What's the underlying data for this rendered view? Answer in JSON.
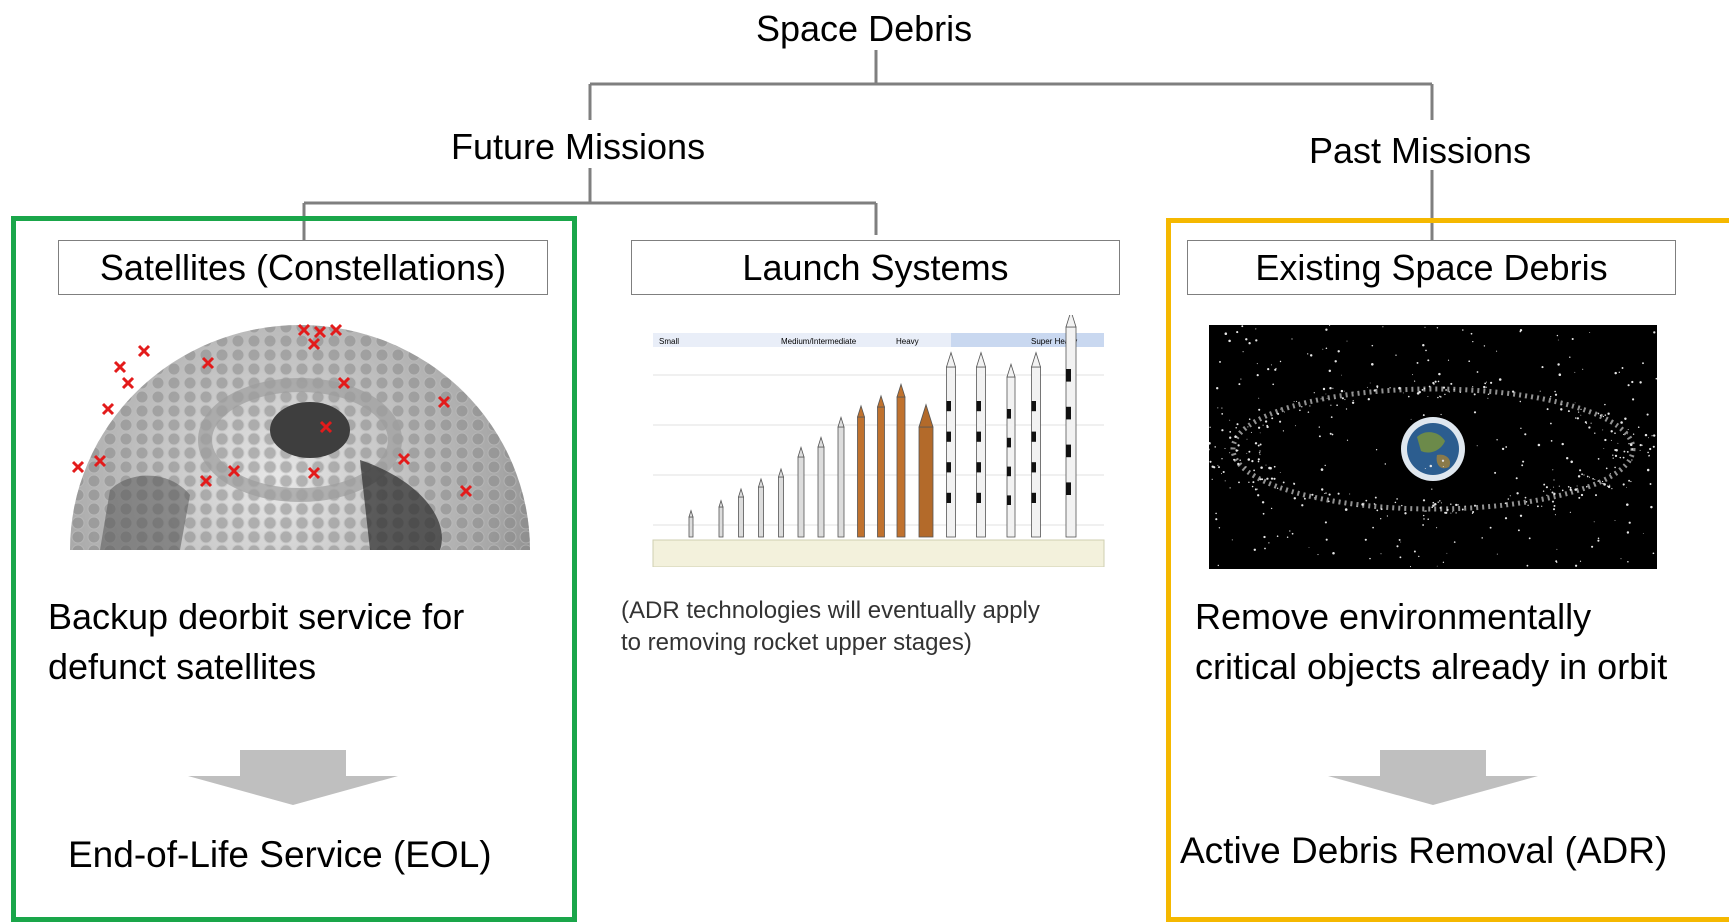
{
  "diagram": {
    "root": "Space Debris",
    "branches": {
      "future": "Future Missions",
      "past": "Past Missions"
    },
    "boxes": {
      "satellites": "Satellites (Constellations)",
      "launch": "Launch Systems",
      "existing": "Existing Space Debris"
    },
    "descriptions": {
      "satellites_line1": "Backup deorbit service for",
      "satellites_line2": "defunct satellites",
      "launch_line1": "(ADR technologies will eventually apply",
      "launch_line2": "to removing rocket upper stages)",
      "existing_line1": "Remove environmentally",
      "existing_line2": "critical objects already in orbit"
    },
    "results": {
      "eol": "End-of-Life Service (EOL)",
      "adr": "Active Debris Removal (ADR)"
    },
    "colors": {
      "connector": "#7f7f7f",
      "green_frame": "#1aa64a",
      "yellow_frame": "#f5b800",
      "arrow": "#bfbfbf",
      "marker": "#e31b1b"
    },
    "rocket_chart": {
      "header_small": "Small",
      "header_medium": "Medium/Intermediate",
      "header_heavy": "Heavy",
      "header_super": "Super Heavy"
    }
  }
}
